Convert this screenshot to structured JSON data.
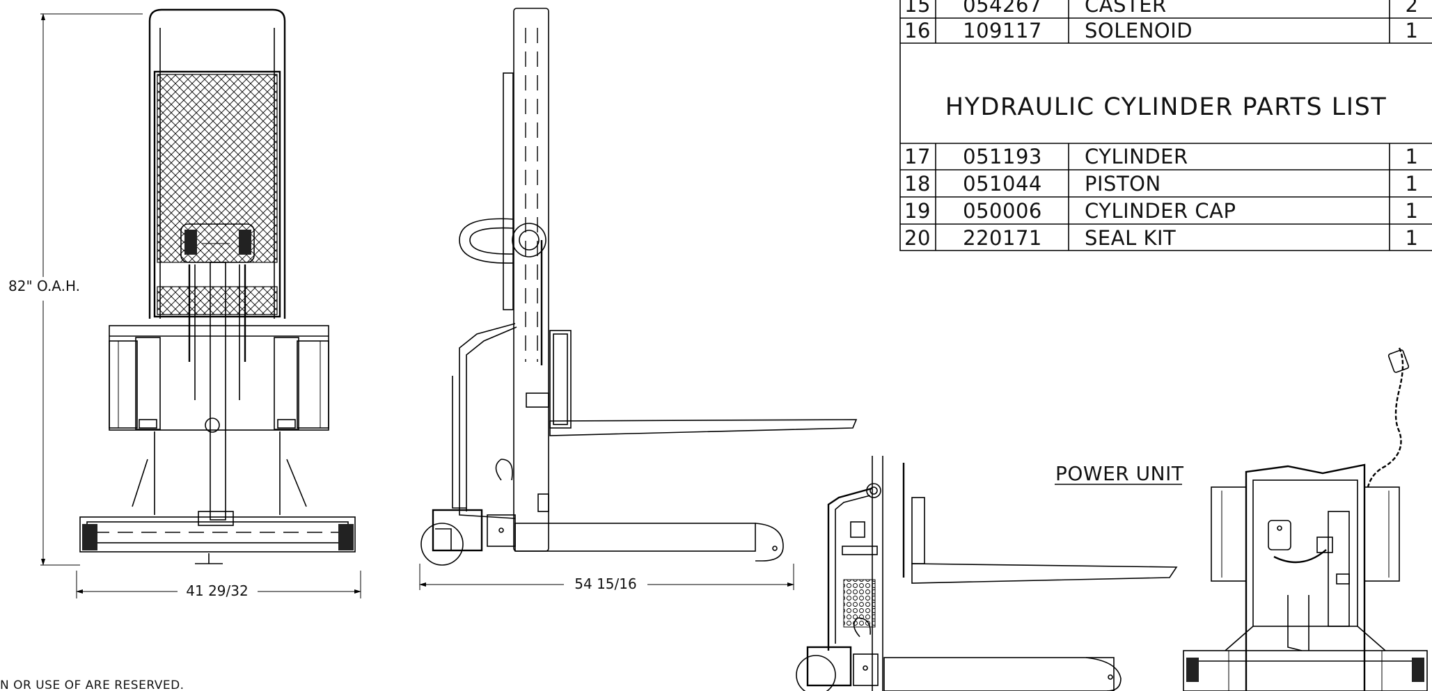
{
  "parts_table": {
    "rows_top": [
      {
        "item": "15",
        "part": "054267",
        "description": "CASTER",
        "qty": "2"
      },
      {
        "item": "16",
        "part": "109117",
        "description": "SOLENOID",
        "qty": "1"
      }
    ],
    "section_title": "HYDRAULIC CYLINDER PARTS LIST",
    "rows_bottom": [
      {
        "item": "17",
        "part": "051193",
        "description": "CYLINDER",
        "qty": "1"
      },
      {
        "item": "18",
        "part": "051044",
        "description": "PISTON",
        "qty": "1"
      },
      {
        "item": "19",
        "part": "050006",
        "description": "CYLINDER CAP",
        "qty": "1"
      },
      {
        "item": "20",
        "part": "220171",
        "description": "SEAL KIT",
        "qty": "1"
      }
    ]
  },
  "dimensions": {
    "overall_height": "82\" O.A.H.",
    "width": "41 29/32",
    "length": "54 15/16"
  },
  "labels": {
    "power_unit": "POWER UNIT"
  },
  "footer_note": "N OR USE OF ARE RESERVED."
}
